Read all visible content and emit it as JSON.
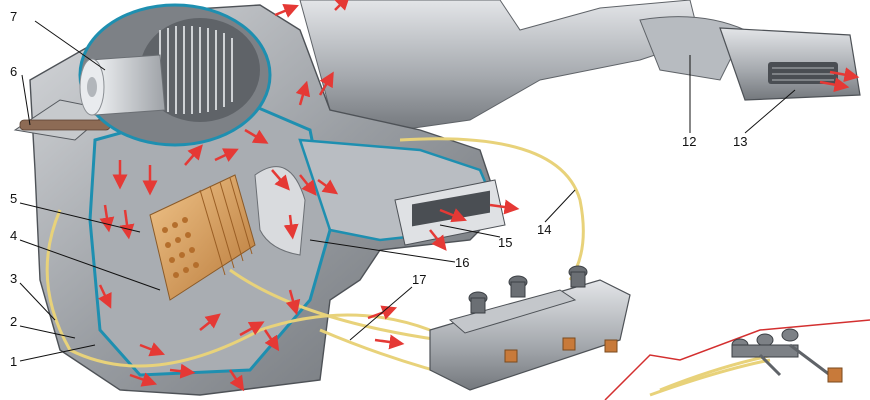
{
  "diagram": {
    "callouts": [
      {
        "id": "c1",
        "label": "1"
      },
      {
        "id": "c2",
        "label": "2"
      },
      {
        "id": "c3",
        "label": "3"
      },
      {
        "id": "c4",
        "label": "4"
      },
      {
        "id": "c5",
        "label": "5"
      },
      {
        "id": "c6",
        "label": "6"
      },
      {
        "id": "c7",
        "label": "7"
      },
      {
        "id": "c12",
        "label": "12"
      },
      {
        "id": "c13",
        "label": "13"
      },
      {
        "id": "c14",
        "label": "14"
      },
      {
        "id": "c15",
        "label": "15"
      },
      {
        "id": "c16",
        "label": "16"
      },
      {
        "id": "c17",
        "label": "17"
      }
    ],
    "colors": {
      "housing": "#8f9398",
      "housing_light": "#c4c7cb",
      "housing_dark": "#5f6368",
      "seal_blue": "#1e8fb0",
      "airflow_red": "#e53935",
      "heater_core": "#d8a05a",
      "cable_yellow": "#e8d27a",
      "lever_orange": "#c87a3a",
      "frame_red": "#d32f2f"
    }
  }
}
